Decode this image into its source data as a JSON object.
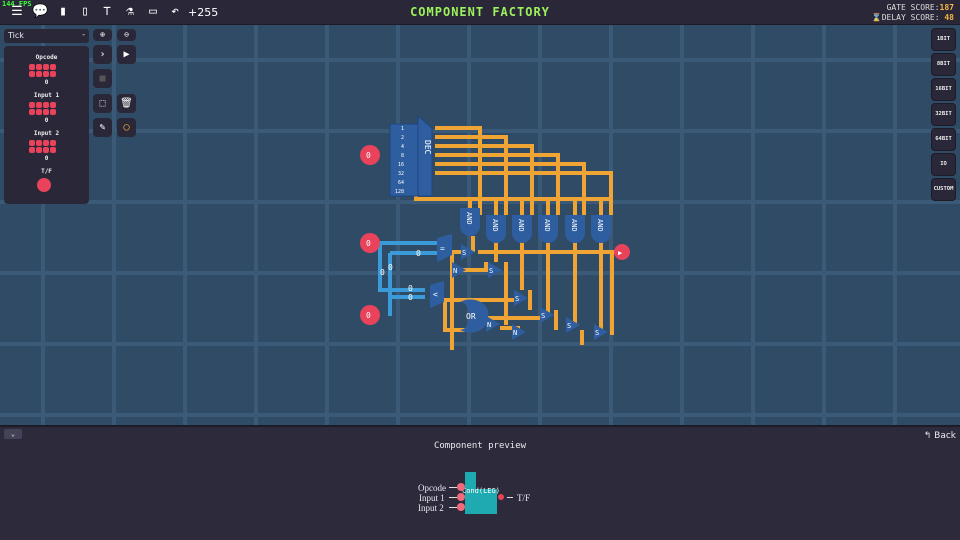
{
  "topbar": {
    "fps": "144 FPS",
    "undo_count": "+255",
    "title": "COMPONENT FACTORY",
    "gate_score_label": "GATE SCORE:",
    "gate_score": "187",
    "delay_score_label": "DELAY SCORE:",
    "delay_score": "48",
    "icons": [
      "menu-icon",
      "comment-icon",
      "document-icon",
      "book-icon",
      "hierarchy-icon",
      "flask-icon",
      "tray-icon",
      "undo-icon"
    ]
  },
  "left": {
    "tick_select": "Tick",
    "tick_symbol": "-",
    "inputs": [
      {
        "label": "Opcode",
        "value": "0"
      },
      {
        "label": "Input 1",
        "value": "0"
      },
      {
        "label": "Input 2",
        "value": "0"
      }
    ],
    "output": {
      "label": "T/F"
    }
  },
  "tools": [
    "zoom-in",
    "zoom-out",
    "step",
    "play",
    "stop",
    "select",
    "delete",
    "pencil",
    "color"
  ],
  "right_buttons": [
    "1BIT",
    "8BIT",
    "16BIT",
    "32BIT",
    "64BIT",
    "IO",
    "CUSTOM"
  ],
  "circuit": {
    "decoder_label": "DEC",
    "decoder_bits": [
      "1",
      "2",
      "4",
      "8",
      "16",
      "32",
      "64",
      "128"
    ],
    "pin_value": "0",
    "and_label": "AND",
    "or_label": "OR",
    "switch_label": "S",
    "not_label": "N",
    "eq_label": "=",
    "lt_label": "<",
    "wire_value": "0"
  },
  "bottom": {
    "preview_title": "Component preview",
    "back_label": "Back",
    "component_name": "Cond(LEG)",
    "pin_inputs": [
      "Opcode",
      "Input 1",
      "Input 2"
    ],
    "pin_output": "T/F",
    "accent": "#1eaab0"
  }
}
